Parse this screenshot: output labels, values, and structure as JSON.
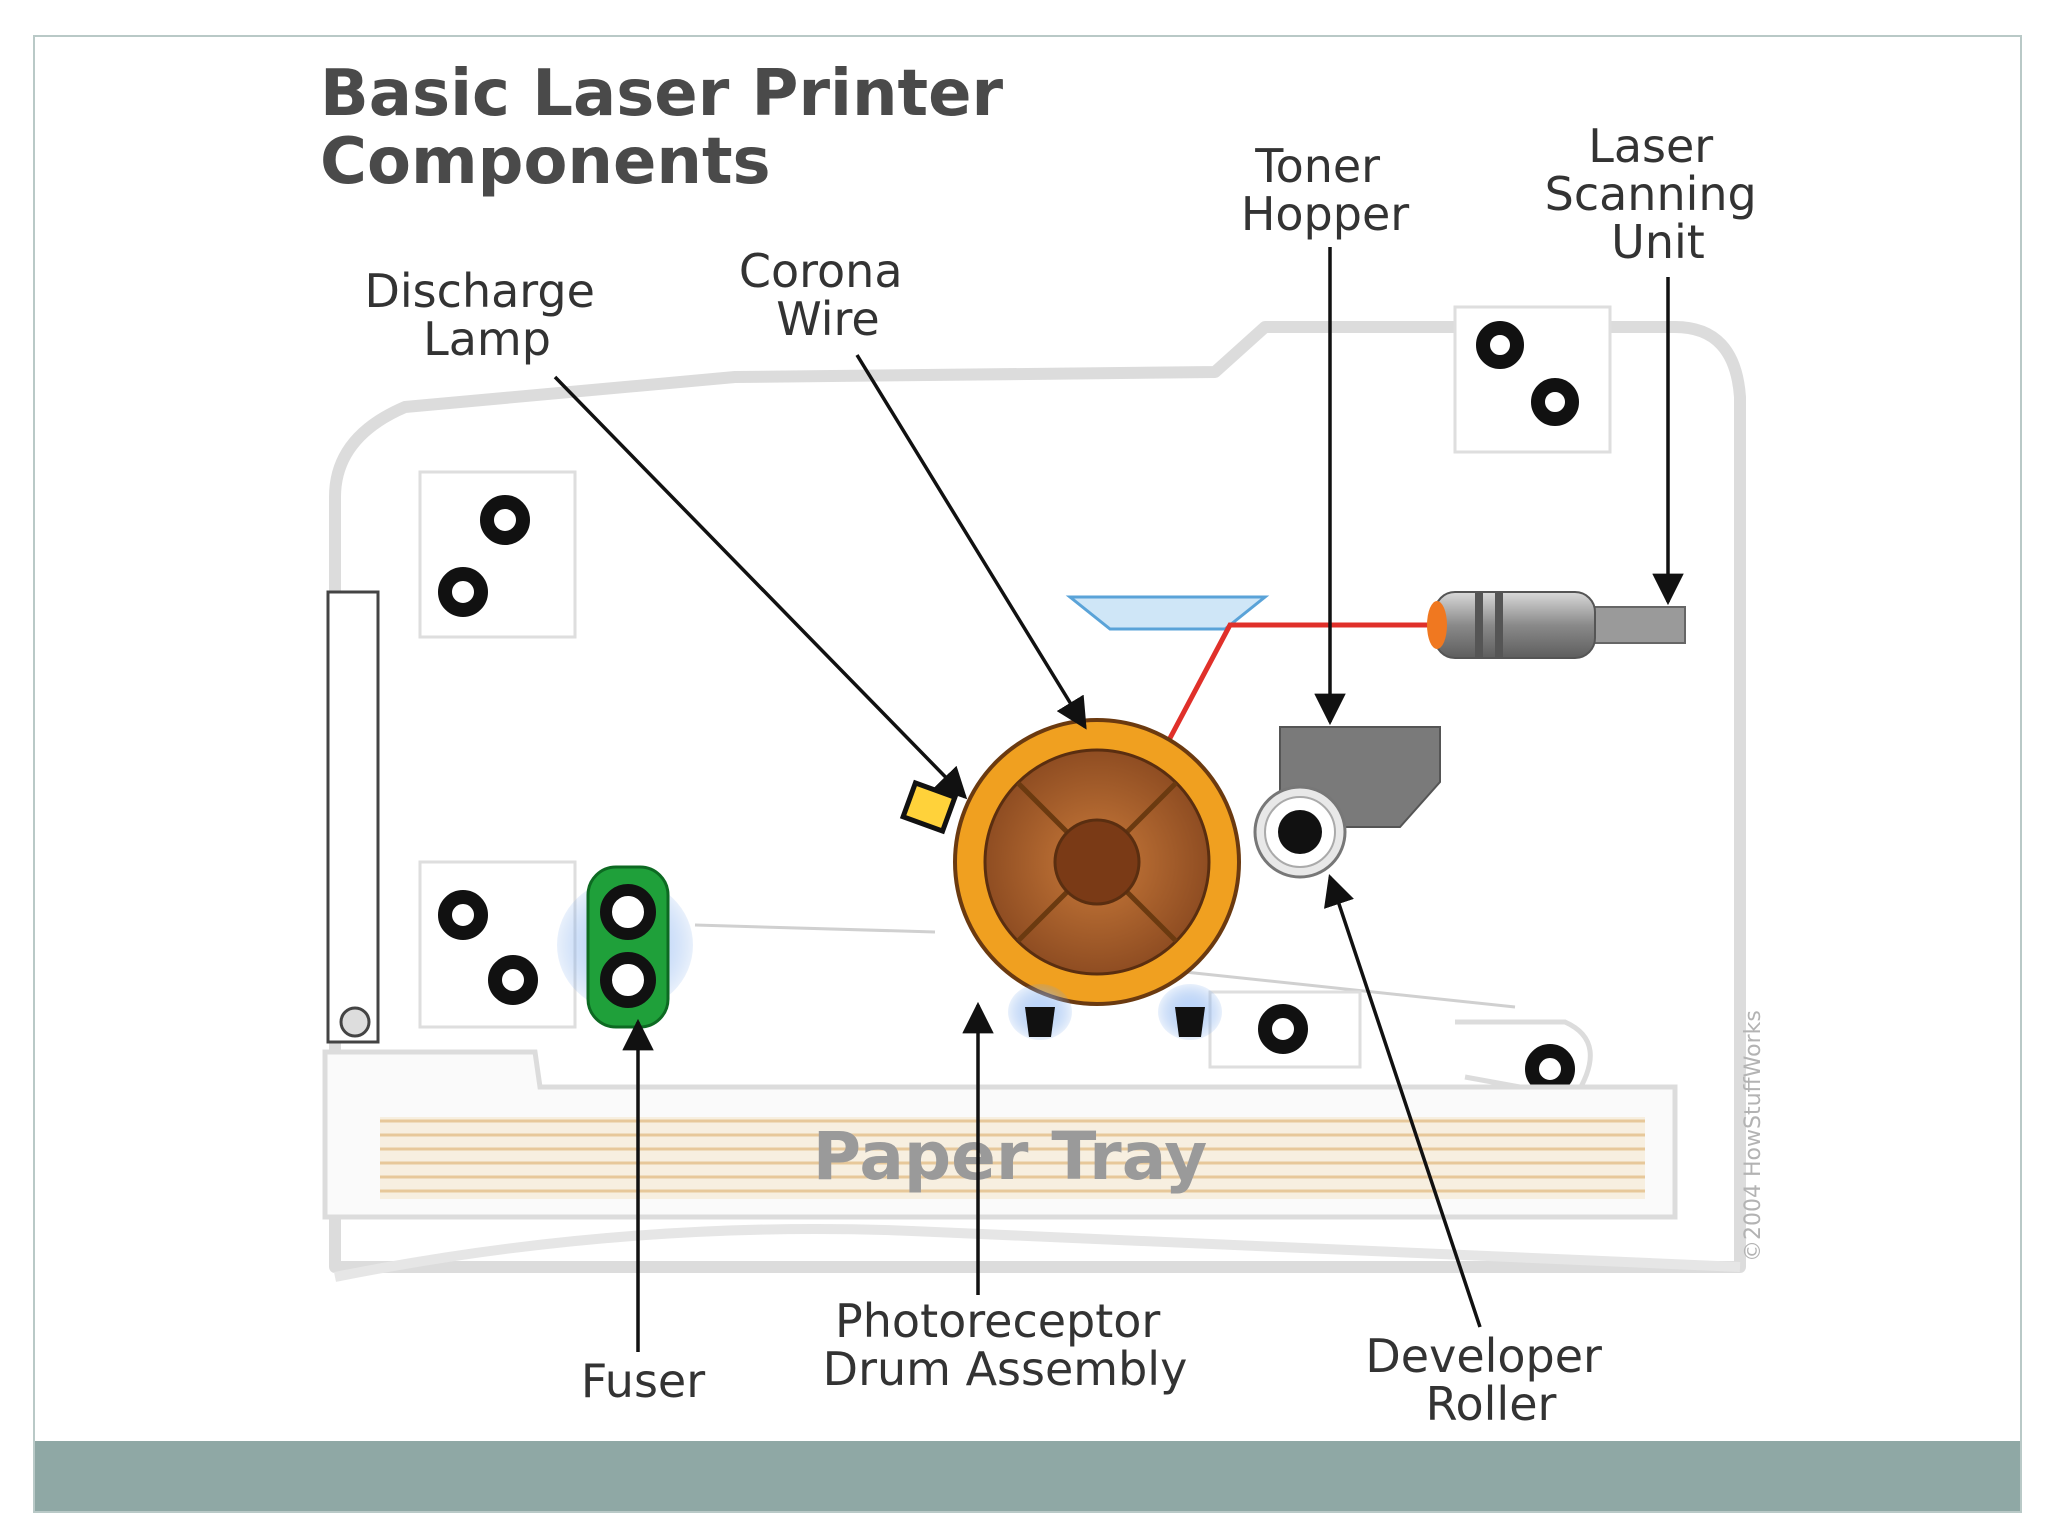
{
  "title": {
    "line1": "Basic Laser Printer",
    "line2": "Components"
  },
  "labels": {
    "discharge_lamp": [
      "Discharge",
      "Lamp"
    ],
    "corona_wire": [
      "Corona",
      "Wire"
    ],
    "toner_hopper": [
      "Toner",
      "Hopper"
    ],
    "laser_scanning_unit": [
      "Laser",
      "Scanning",
      "Unit"
    ],
    "fuser": "Fuser",
    "photoreceptor_drum": [
      "Photoreceptor",
      "Drum Assembly"
    ],
    "developer_roller": [
      "Developer",
      "Roller"
    ],
    "paper_tray": "Paper Tray"
  },
  "credit": "©2004 HowStuffWorks",
  "colors": {
    "laser_beam": "#e0302a",
    "drum_outer": "#f0a020",
    "drum_inner": "#a8602a",
    "fuser": "#1fa03a",
    "toner": "#7a7a7a",
    "footer": "#8fa8a5"
  }
}
